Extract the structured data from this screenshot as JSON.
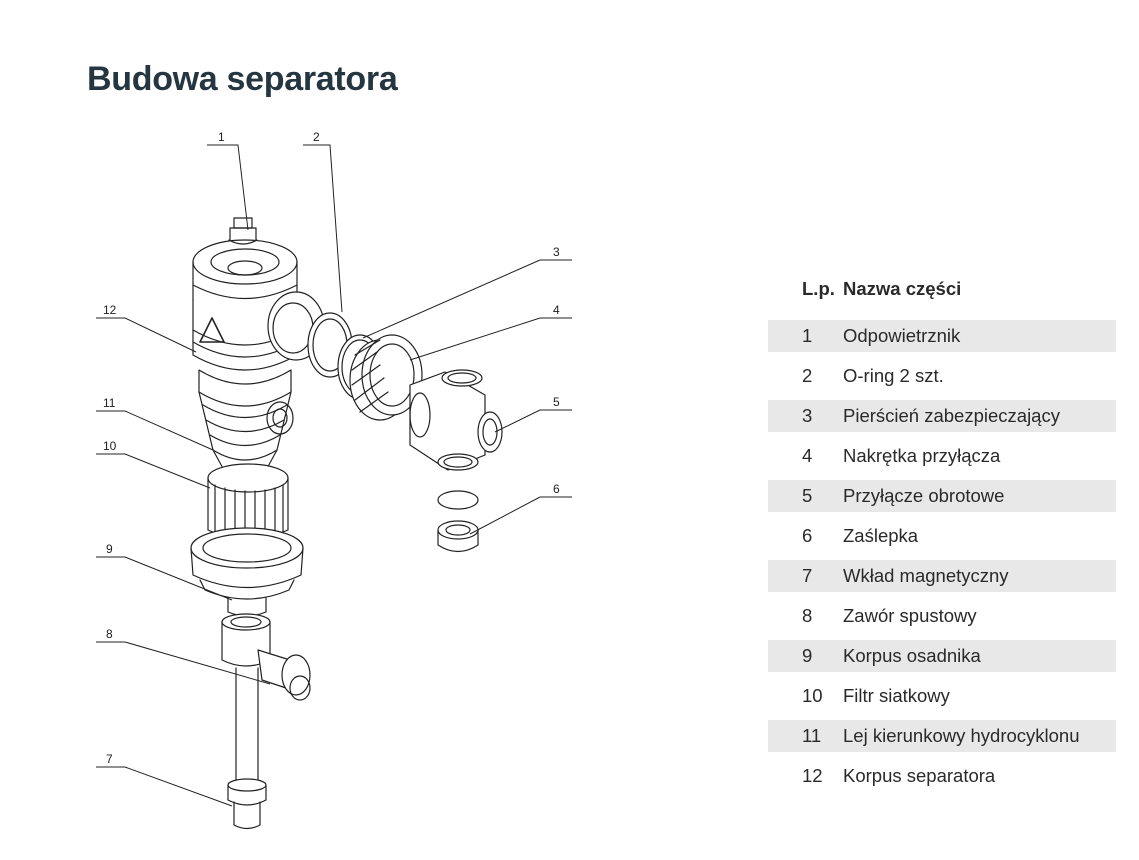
{
  "title": "Budowa separatora",
  "callouts": [
    "1",
    "2",
    "3",
    "4",
    "5",
    "6",
    "7",
    "8",
    "9",
    "10",
    "11",
    "12"
  ],
  "table": {
    "headers": {
      "num": "L.p.",
      "name": "Nazwa części"
    },
    "rows": [
      {
        "num": "1",
        "name": "Odpowietrznik"
      },
      {
        "num": "2",
        "name": "O-ring 2 szt."
      },
      {
        "num": "3",
        "name": "Pierścień zabezpieczający"
      },
      {
        "num": "4",
        "name": "Nakrętka przyłącza"
      },
      {
        "num": "5",
        "name": "Przyłącze obrotowe"
      },
      {
        "num": "6",
        "name": "Zaślepka"
      },
      {
        "num": "7",
        "name": "Wkład magnetyczny"
      },
      {
        "num": "8",
        "name": "Zawór spustowy"
      },
      {
        "num": "9",
        "name": "Korpus osadnika"
      },
      {
        "num": "10",
        "name": "Filtr siatkowy"
      },
      {
        "num": "11",
        "name": "Lej kierunkowy hydrocyklonu"
      },
      {
        "num": "12",
        "name": "Korpus separatora"
      }
    ]
  },
  "colors": {
    "title": "#253641",
    "row_shade": "#e8e8e8",
    "line": "#222222"
  }
}
